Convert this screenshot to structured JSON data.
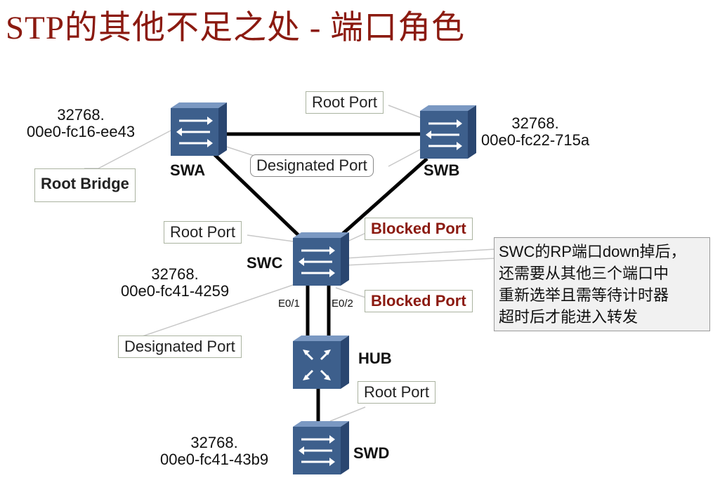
{
  "title": "STP的其他不足之处 - 端口角色",
  "devices": {
    "swa": {
      "label": "SWA",
      "id_line1": "32768.",
      "id_line2": "00e0-fc16-ee43"
    },
    "swb": {
      "label": "SWB",
      "id_line1": "32768.",
      "id_line2": "00e0-fc22-715a"
    },
    "swc": {
      "label": "SWC",
      "id_line1": "32768.",
      "id_line2": "00e0-fc41-4259"
    },
    "hub": {
      "label": "HUB"
    },
    "swd": {
      "label": "SWD",
      "id_line1": "32768.",
      "id_line2": "00e0-fc41-43b9"
    }
  },
  "callouts": {
    "root_bridge": "Root Bridge",
    "swb_root_port": "Root Port",
    "ab_designated": "Designated Port",
    "swc_root_port": "Root Port",
    "swc_blocked_1": "Blocked Port",
    "swc_blocked_2": "Blocked Port",
    "hub_designated": "Designated Port",
    "swd_root_port": "Root Port"
  },
  "ports": {
    "e01": "E0/1",
    "e02": "E0/2"
  },
  "note": {
    "lines": [
      "SWC的RP端口down掉后，",
      "还需要从其他三个端口中",
      "重新选举且需等待计时器",
      "超时后才能进入转发"
    ]
  },
  "colors": {
    "title": "#8b1a10",
    "blocked": "#8b1a10",
    "device": "#3d5f8c"
  }
}
